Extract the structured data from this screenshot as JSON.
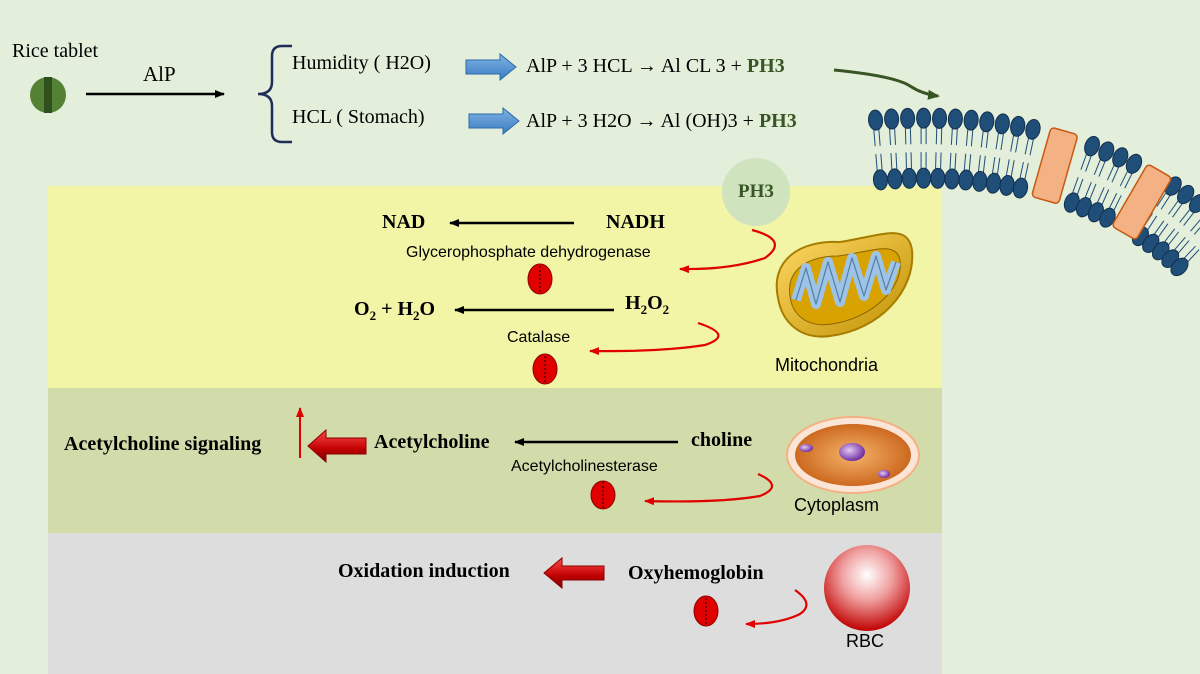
{
  "top": {
    "rice_tablet": "Rice tablet",
    "alp_arrow_label": "AlP",
    "branch_humidity": "Humidity ( H2O)",
    "branch_hcl": "HCL ( Stomach)",
    "eq1_lhs": "AlP + 3 HCL → Al CL 3 + ",
    "eq1_product": "PH3",
    "eq2_lhs": "AlP + 3 H2O → Al (OH)3 + ",
    "eq2_product": "PH3"
  },
  "mitochondria": {
    "bubble": "PH3",
    "nad": "NAD",
    "nadh": "NADH",
    "enzyme1": "Glycerophosphate dehydrogenase",
    "o2": "O",
    "o2_sub": "2",
    "plus_h": " + H",
    "h2o_sub": "2",
    "h2o_tail": "O",
    "h2o2_h": "H",
    "h2o2_sub1": "2",
    "h2o2_o": "O",
    "h2o2_sub2": "2",
    "enzyme2": "Catalase",
    "label": "Mitochondria"
  },
  "cytoplasm": {
    "signaling": "Acetylcholine signaling",
    "acetylcholine": "Acetylcholine",
    "choline": "choline",
    "enzyme": "Acetylcholinesterase",
    "label": "Cytoplasm"
  },
  "rbc": {
    "oxidation": "Oxidation induction",
    "oxyhemoglobin": "Oxyhemoglobin",
    "label": "RBC"
  },
  "colors": {
    "ph3_green": "#375623",
    "inhibit_red": "#e00000",
    "band_mito": "#f2f4a6",
    "band_cyto": "#d2dcaa",
    "band_rbc": "#dddddd",
    "membrane_head": "#1f4e79"
  }
}
